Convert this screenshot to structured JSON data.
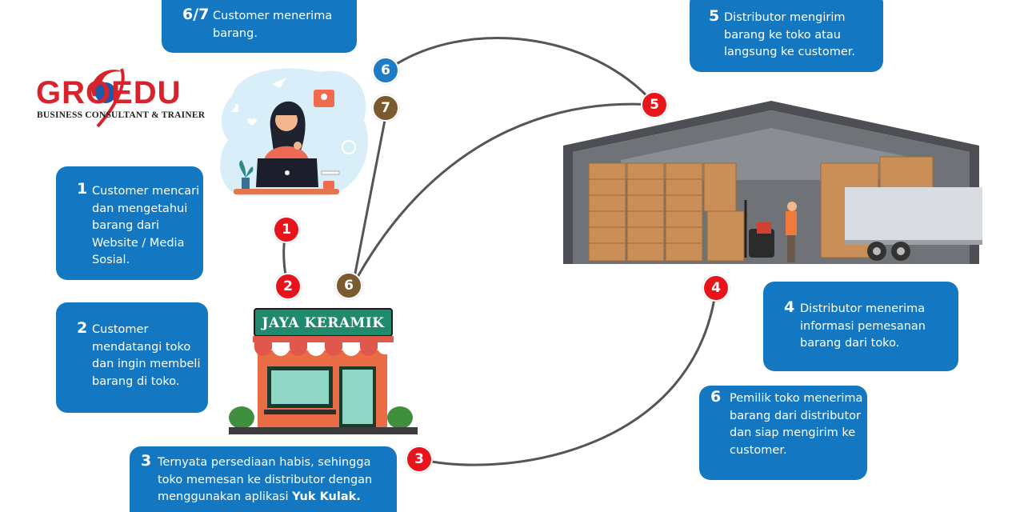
{
  "logo": {
    "brand": "GROEDU",
    "tagline": "BUSINESS CONSULTANT & TRAINER"
  },
  "store_sign": "JAYA KERAMIK",
  "colors": {
    "box": "#1378c1",
    "badge_red": "#e8141c",
    "badge_blue": "#1d7cc4",
    "badge_brown": "#7b5a30",
    "line": "#555555"
  },
  "steps": [
    {
      "num": "1",
      "text": "Customer mencari dan mengetahui barang dari Website / Media Sosial."
    },
    {
      "num": "2",
      "text": "Customer mendatangi toko dan ingin membeli barang di toko."
    },
    {
      "num": "3",
      "text": "Ternyata persediaan habis, sehingga toko memesan ke distributor dengan menggunakan aplikasi",
      "bold": "Yuk Kulak."
    },
    {
      "num": "4",
      "text": "Distributor menerima informasi pemesanan barang dari toko."
    },
    {
      "num": "5",
      "text": "Distributor mengirim barang ke toko atau langsung ke customer."
    },
    {
      "num": "6",
      "text": "Pemilik toko menerima barang dari distributor dan siap mengirim ke customer."
    },
    {
      "num": "6/7",
      "text": "Customer menerima barang."
    }
  ],
  "badges": [
    "1",
    "2",
    "3",
    "4",
    "5",
    "6",
    "7",
    "6"
  ]
}
